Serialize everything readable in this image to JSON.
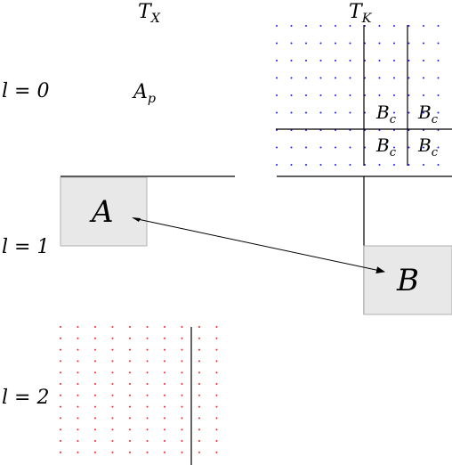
{
  "headers": {
    "left": "T_X",
    "right": "T_K"
  },
  "levels": [
    {
      "label": "l = 0"
    },
    {
      "label": "l = 1"
    },
    {
      "label": "l = 2"
    }
  ],
  "level0": {
    "parent_label": "A_p",
    "child_labels": [
      "B_c",
      "B_c",
      "B_c",
      "B_c"
    ]
  },
  "level1": {
    "box_a_label": "A",
    "box_b_label": "B"
  },
  "colors": {
    "box_fill": "#e8e8e8",
    "box_stroke": "#aaaaaa",
    "blue_dots": "#1a1aff",
    "red_dots": "#ff2020",
    "line": "#000000"
  }
}
